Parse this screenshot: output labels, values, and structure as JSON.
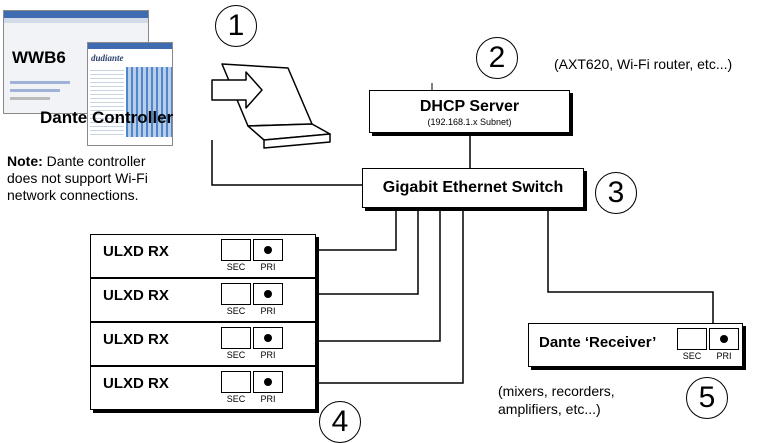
{
  "callouts": [
    "1",
    "2",
    "3",
    "4",
    "5"
  ],
  "software": {
    "wwb_label": "WWB6",
    "dante_label": "Dante Controller",
    "dante_logo": "dudiante"
  },
  "note": {
    "bold": "Note:",
    "line1": " Dante controller",
    "line2": "does not support Wi-Fi",
    "line3": "network connections."
  },
  "dhcp": {
    "title": "DHCP Server",
    "subtitle": "(192.168.1.x Subnet)",
    "examples": "(AXT620, Wi-Fi router, etc...)"
  },
  "switch": {
    "title": "Gigabit Ethernet Switch"
  },
  "receivers": [
    {
      "name": "ULXD RX",
      "sec": "SEC",
      "pri": "PRI"
    },
    {
      "name": "ULXD RX",
      "sec": "SEC",
      "pri": "PRI"
    },
    {
      "name": "ULXD RX",
      "sec": "SEC",
      "pri": "PRI"
    },
    {
      "name": "ULXD RX",
      "sec": "SEC",
      "pri": "PRI"
    }
  ],
  "dante_receiver": {
    "name": "Dante ‘Receiver’",
    "sec": "SEC",
    "pri": "PRI",
    "examples_line1": "(mixers, recorders,",
    "examples_line2": "amplifiers, etc...)"
  }
}
